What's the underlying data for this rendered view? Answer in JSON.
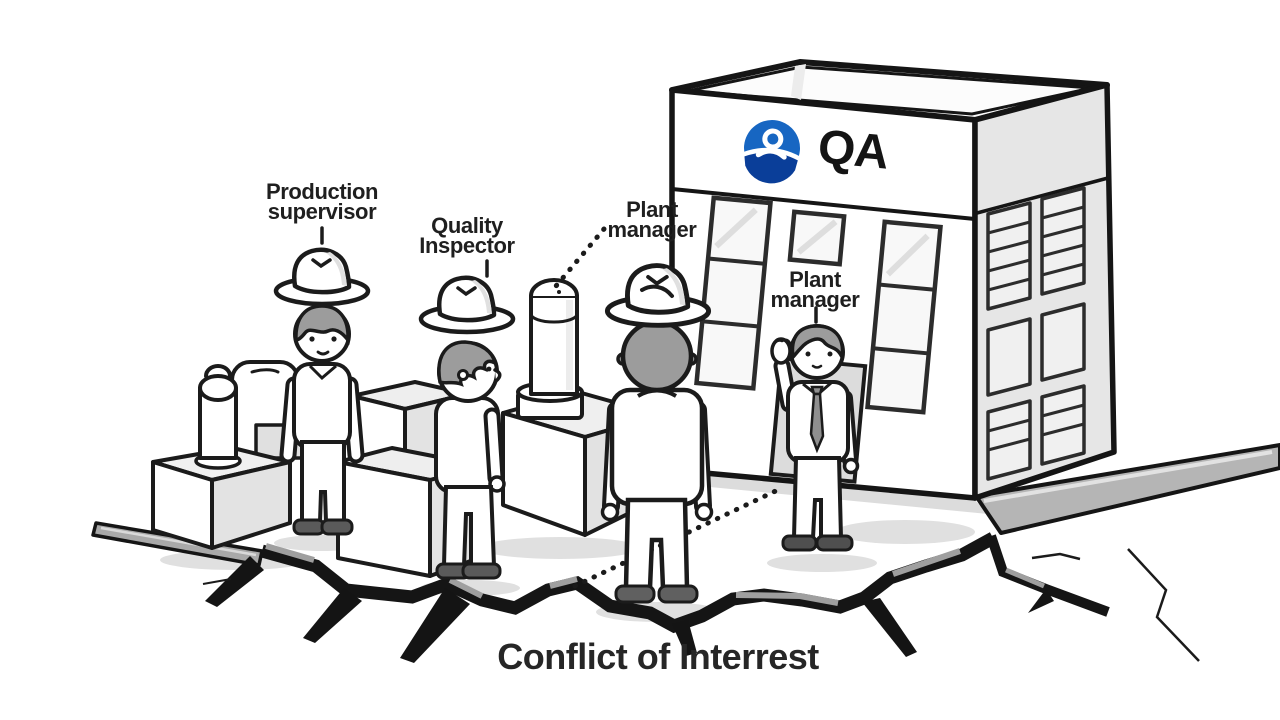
{
  "scene": {
    "caption": "Conflict of Interrest",
    "labels": {
      "production_supervisor": "Production\nsupervisor",
      "quality_inspector": "Quality\nInspector",
      "plant_manager_outside": "Plant\nmanager",
      "plant_manager_at_building": "Plant\nmanager"
    },
    "building": {
      "logo_text": "QA"
    },
    "icons": {
      "logo": "person-in-circle-icon",
      "hats": "fedora-hat-icon"
    },
    "colors": {
      "outline": "#1b1b1b",
      "logo_blue": "#1766c2",
      "logo_swoosh_blue": "#0a3e99",
      "hair_gray": "#9c9c9c",
      "tie_gray": "#8f8f8f",
      "shadow_gray": "#e0e0e0",
      "crack_black": "#151515",
      "road_gray": "#b5b5b5"
    }
  }
}
